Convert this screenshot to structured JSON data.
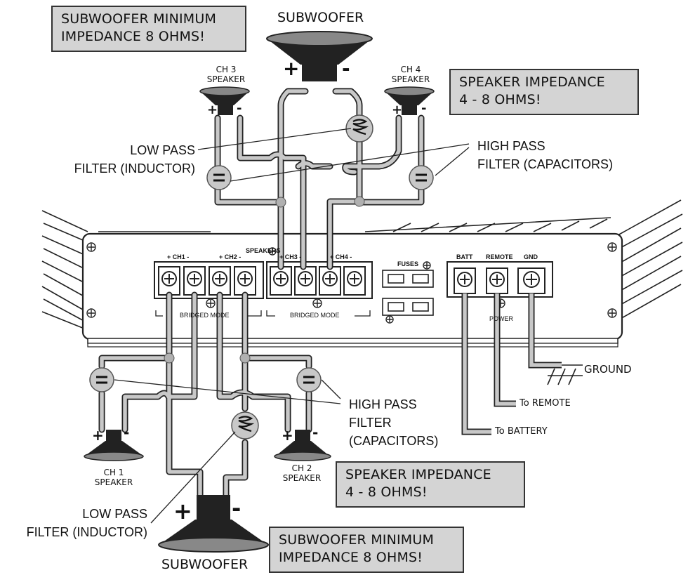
{
  "notes": {
    "top_sub": [
      "SUBWOOFER MINIMUM",
      "IMPEDANCE 8 OHMS!"
    ],
    "top_speaker": [
      "SPEAKER IMPEDANCE",
      "4 - 8 OHMS!"
    ],
    "bottom_speaker": [
      "SPEAKER IMPEDANCE",
      "4 - 8 OHMS!"
    ],
    "bottom_sub": [
      "SUBWOOFER MINIMUM",
      "IMPEDANCE 8 OHMS!"
    ]
  },
  "labels": {
    "subwoofer_top": "SUBWOOFER",
    "subwoofer_bottom": "SUBWOOFER",
    "ch3": [
      "CH 3",
      "SPEAKER"
    ],
    "ch4": [
      "CH 4",
      "SPEAKER"
    ],
    "ch1": [
      "CH 1",
      "SPEAKER"
    ],
    "ch2": [
      "CH 2",
      "SPEAKER"
    ],
    "low_pass_top": [
      "LOW PASS",
      "FILTER (INDUCTOR)"
    ],
    "high_pass_top": [
      "HIGH PASS",
      "FILTER (CAPACITORS)"
    ],
    "high_pass_bottom": [
      "HIGH PASS",
      "FILTER",
      "(CAPACITORS)"
    ],
    "low_pass_bottom": [
      "LOW PASS",
      "FILTER (INDUCTOR)"
    ],
    "ground": "GROUND",
    "to_remote": "To REMOTE",
    "to_battery": "To BATTERY"
  },
  "amp": {
    "speakers": "SPEAKERS",
    "ch1": "+ CH1 -",
    "ch2": "+ CH2 -",
    "ch3": "+ CH3 -",
    "ch4": "+ CH4 -",
    "bridged1": "BRIDGED MODE",
    "bridged2": "BRIDGED MODE",
    "fuses": "FUSES",
    "batt": "BATT",
    "remote": "REMOTE",
    "gnd": "GND",
    "power": "POWER"
  },
  "polarity": {
    "plus": "+",
    "minus": "-"
  }
}
